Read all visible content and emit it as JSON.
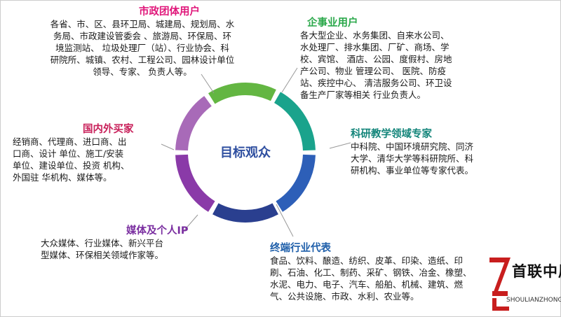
{
  "center": {
    "label": "目标观众"
  },
  "colors": {
    "municipal": "#e0167a",
    "enterprise": "#2aa84a",
    "research": "#13857a",
    "terminal": "#1f5faa",
    "media": "#7a2ea0",
    "buyers": "#c8205a",
    "arc_green": "#63b642",
    "arc_teal": "#1aa38c",
    "arc_blue": "#2d5fb8",
    "arc_navy": "#2a3f8f",
    "arc_purple": "#8a3aa8",
    "arc_violet": "#a86ab8"
  },
  "groups": {
    "municipal": {
      "title": "市政团体用户",
      "text": "各省、市、区、县环卫局、城建局、规划局、水\n务局、市政建设管委会 、旅游局、环保局、环\n境监测站、 垃圾处理厂（站）、行业协会、科\n研院所、城镇、农村、工程公司、园林设计单位\n领导、专家、 负责人等。"
    },
    "enterprise": {
      "title": "企事业用户",
      "text": "各大型企业、水务集团、自来水公司、\n水处理厂、排水集团、厂矿、商场、学\n校、宾馆、 酒店、公园、度假村、房地\n产公司、物业 管理公司、 医院、防疫\n站、疾控中心、 清洁服务公司、环卫设\n备生产厂家等相关 行业负责人。"
    },
    "research": {
      "title": "科研教学领域专家",
      "text": "中科院、中国环境研究院、同济\n大学、清华大学等科研院所、科\n研机构、事业单位等专家代表。"
    },
    "terminal": {
      "title": "终端行业代表",
      "text": "食品、饮料、酿造、纺织、皮革、印染、造纸、印\n刷、石油、化工、制药、采矿、钢铁、冶金、橡塑、\n水泥、电力、电子、汽车、船舶、机械、建筑、燃\n气、公共设施、市政、水利、农业等。"
    },
    "media": {
      "title": "媒体及个人IP",
      "text": "大众媒体、行业媒体、新兴平台\n型媒体、环保相关领域作家等。"
    },
    "buyers": {
      "title": "国内外买家",
      "text": "经销商、代理商、进口商、出\n口商、设计 单位、施工/安装\n单位、建设单位、投资 机构、\n外国驻 华机构、媒体等。"
    }
  },
  "logo": {
    "name": "首联中展",
    "sub": "SHOULIANZHONGZHAN"
  }
}
